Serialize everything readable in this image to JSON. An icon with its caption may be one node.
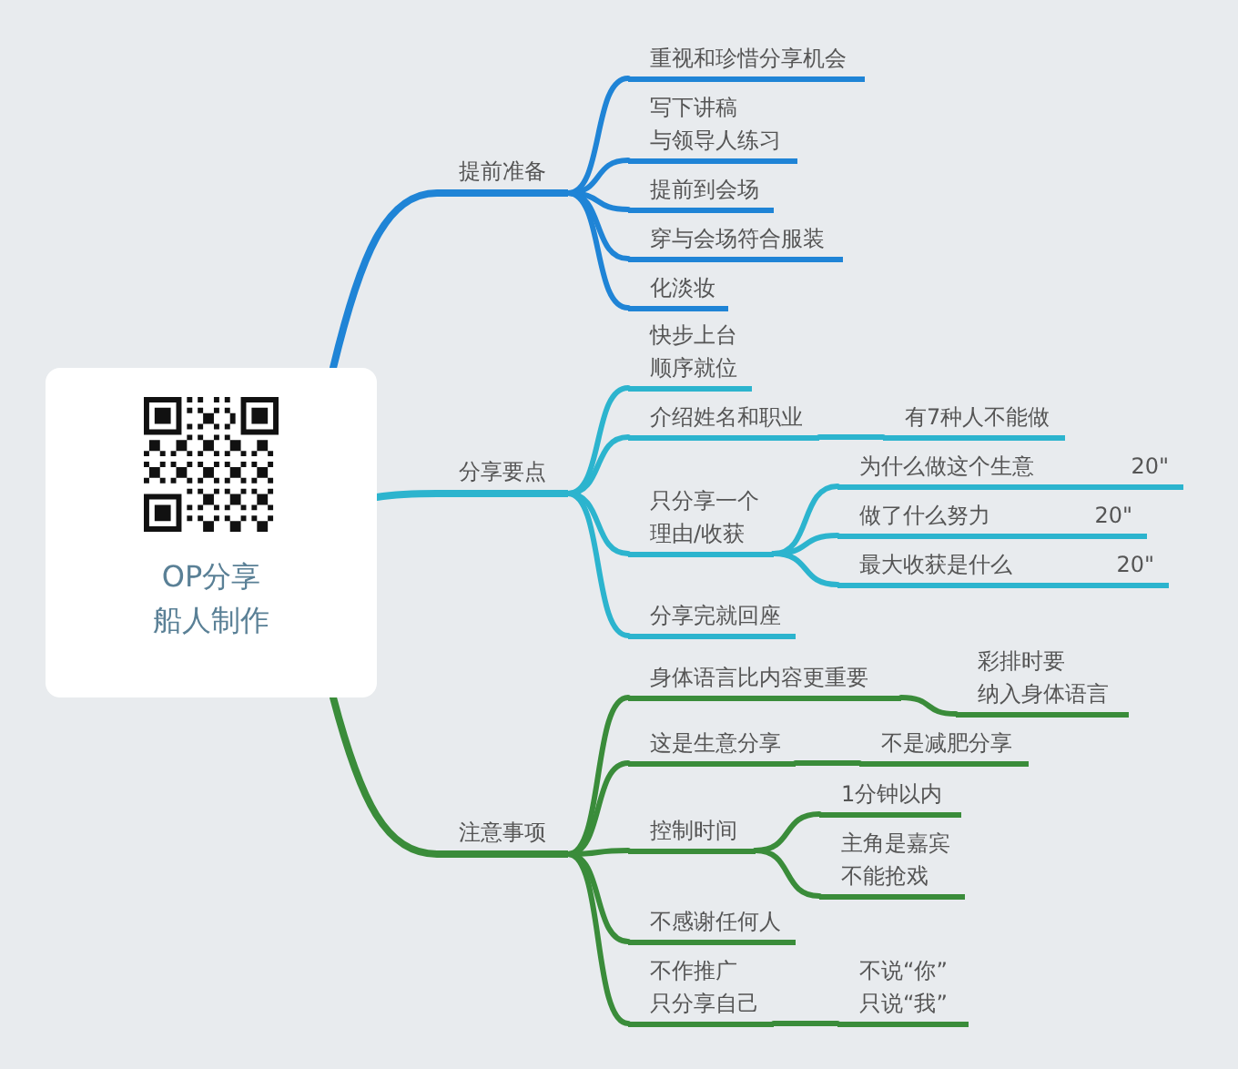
{
  "diagram": {
    "nodes": [
      {
        "text": [
          "OP分享",
          "船人制作"
        ]
      },
      {
        "text": [
          "提前准备"
        ]
      },
      {
        "text": [
          "重视和珍惜分享机会"
        ]
      },
      {
        "text": [
          "写下讲稿与领导人练习"
        ]
      },
      {
        "text": [
          "提前到会场"
        ]
      },
      {
        "text": [
          "穿与会场符合服装"
        ]
      },
      {
        "text": [
          "化淡妆"
        ]
      },
      {
        "text": [
          "分享要点"
        ]
      },
      {
        "text": [
          "快步上台顺序就位"
        ]
      },
      {
        "text": [
          "介绍姓名和职业"
        ]
      },
      {
        "text": [
          "有7种人不能做"
        ]
      },
      {
        "text": [
          "只分享一个理由/收获"
        ]
      },
      {
        "text": [
          "为什么做这个生意",
          "20\""
        ]
      },
      {
        "text": [
          "做了什么努力",
          "20\""
        ]
      },
      {
        "text": [
          "最大收获是什么",
          "20\""
        ]
      },
      {
        "text": [
          "分享完就回座"
        ]
      },
      {
        "text": [
          "注意事项"
        ]
      },
      {
        "text": [
          "身体语言比内容更重要"
        ]
      },
      {
        "text": [
          "彩排时要纳入身体语言"
        ]
      },
      {
        "text": [
          "这是生意分享"
        ]
      },
      {
        "text": [
          "不是减肥分享"
        ]
      },
      {
        "text": [
          "控制时间"
        ]
      },
      {
        "text": [
          "1分钟以内"
        ]
      },
      {
        "text": [
          "主角是嘉宾不能抢戏"
        ]
      },
      {
        "text": [
          "不感谢任何人"
        ]
      },
      {
        "text": [
          "不作推广只分享自己"
        ]
      },
      {
        "text": [
          "不说“你”只说“我”"
        ]
      }
    ],
    "edges": [
      {
        "from": 0,
        "to": 1,
        "arrow": "none",
        "color": "#1f84d6"
      },
      {
        "from": 1,
        "to": 2,
        "arrow": "none",
        "color": "#1f84d6"
      },
      {
        "from": 1,
        "to": 3,
        "arrow": "none",
        "color": "#1f84d6"
      },
      {
        "from": 1,
        "to": 4,
        "arrow": "none",
        "color": "#1f84d6"
      },
      {
        "from": 1,
        "to": 5,
        "arrow": "none",
        "color": "#1f84d6"
      },
      {
        "from": 1,
        "to": 6,
        "arrow": "none",
        "color": "#1f84d6"
      },
      {
        "from": 0,
        "to": 7,
        "arrow": "none",
        "color": "#2cb4ce"
      },
      {
        "from": 7,
        "to": 8,
        "arrow": "none",
        "color": "#2cb4ce"
      },
      {
        "from": 7,
        "to": 9,
        "arrow": "none",
        "color": "#2cb4ce"
      },
      {
        "from": 9,
        "to": 10,
        "arrow": "none",
        "color": "#2cb4ce"
      },
      {
        "from": 7,
        "to": 11,
        "arrow": "none",
        "color": "#2cb4ce"
      },
      {
        "from": 11,
        "to": 12,
        "arrow": "none",
        "color": "#2cb4ce"
      },
      {
        "from": 11,
        "to": 13,
        "arrow": "none",
        "color": "#2cb4ce"
      },
      {
        "from": 11,
        "to": 14,
        "arrow": "none",
        "color": "#2cb4ce"
      },
      {
        "from": 7,
        "to": 15,
        "arrow": "none",
        "color": "#2cb4ce"
      },
      {
        "from": 0,
        "to": 16,
        "arrow": "none"
      },
      {
        "from": 16,
        "to": 17,
        "arrow": "none"
      },
      {
        "from": 17,
        "to": 18,
        "arrow": "none"
      },
      {
        "from": 16,
        "to": 19,
        "arrow": "none"
      },
      {
        "from": 19,
        "to": 20,
        "arrow": "none"
      },
      {
        "from": 16,
        "to": 21,
        "arrow": "none"
      },
      {
        "from": 21,
        "to": 22,
        "arrow": "none"
      },
      {
        "from": 21,
        "to": 23,
        "arrow": "none"
      },
      {
        "from": 16,
        "to": 24,
        "arrow": "none"
      },
      {
        "from": 16,
        "to": 25,
        "arrow": "none"
      },
      {
        "from": 25,
        "to": 26,
        "arrow": "none"
      }
    ]
  }
}
